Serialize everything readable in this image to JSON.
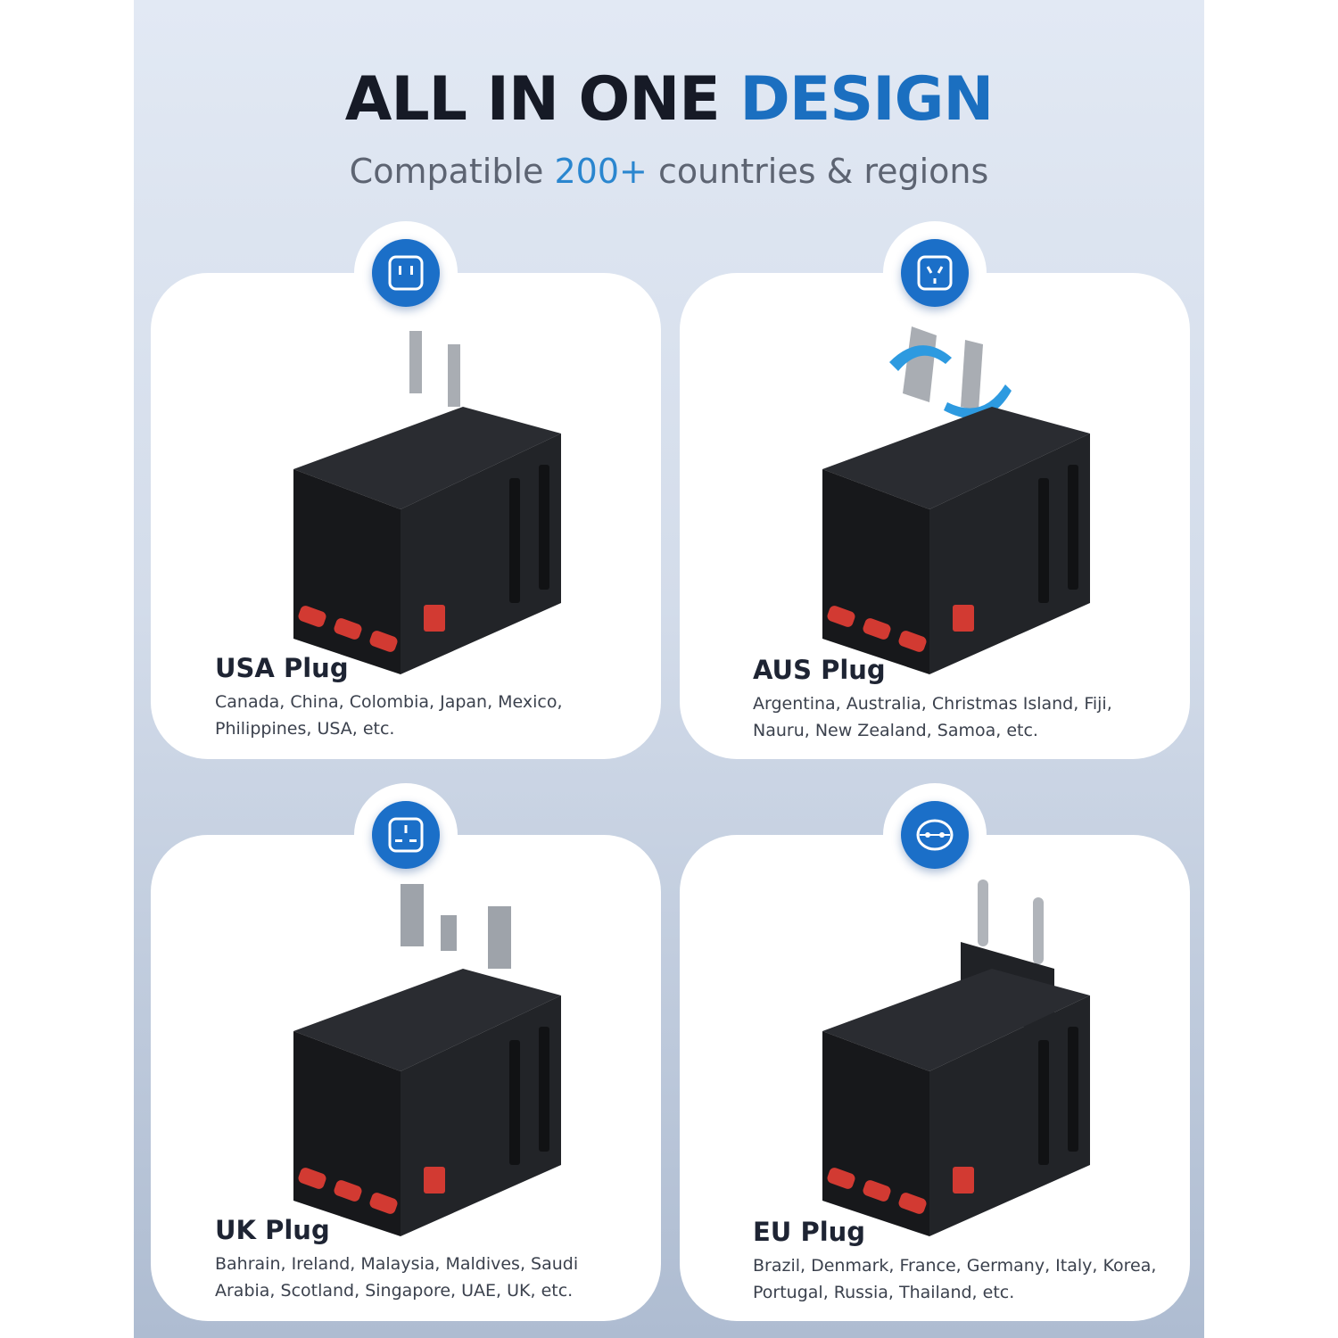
{
  "header": {
    "title_part1": "ALL IN ONE",
    "title_part2": "DESIGN",
    "subtitle_part1": "Compatible",
    "subtitle_part2": "200+",
    "subtitle_part3": "countries & regions"
  },
  "colors": {
    "accent": "#1b6fc0",
    "icon_bubble": "#1b6fc8",
    "product_body": "#1d1f23",
    "port_red": "#d23a32"
  },
  "cards": [
    {
      "title": "USA Plug",
      "icon": "usa-socket-icon",
      "description": "Canada, China, Colombia, Japan, Mexico, Philippines, USA, etc."
    },
    {
      "title": "AUS Plug",
      "icon": "aus-socket-icon",
      "description": "Argentina, Australia, Christmas Island, Fiji, Nauru, New Zealand, Samoa, etc."
    },
    {
      "title": "UK Plug",
      "icon": "uk-socket-icon",
      "description": "Bahrain, Ireland, Malaysia, Maldives, Saudi Arabia, Scotland, Singapore, UAE, UK, etc."
    },
    {
      "title": "EU Plug",
      "icon": "eu-socket-icon",
      "description": "Brazil, Denmark, France, Germany, Italy, Korea, Portugal, Russia, Thailand, etc."
    }
  ]
}
